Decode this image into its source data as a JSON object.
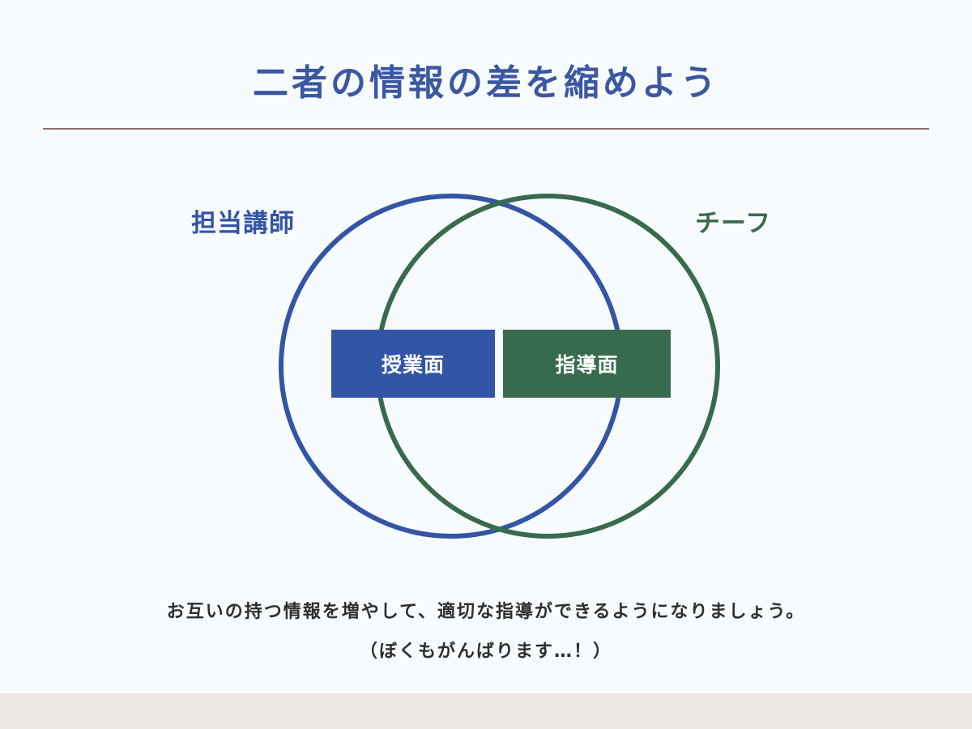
{
  "title": "二者の情報の差を縮めよう",
  "labels": {
    "left": "担当講師",
    "right": "チーフ"
  },
  "boxes": {
    "left": "授業面",
    "right": "指導面"
  },
  "message": {
    "line1": "お互いの持つ情報を増やして、適切な指導ができるようになりましょう。",
    "line2": "（ぼくもがんばります…！）"
  },
  "colors": {
    "title": "#3a57a3",
    "blue": "#3355a5",
    "green": "#386b4d",
    "rule": "#8a6f66",
    "background": "#f8fbfd",
    "footer_band": "#ebe7e3",
    "message": "#2e2e2e"
  }
}
